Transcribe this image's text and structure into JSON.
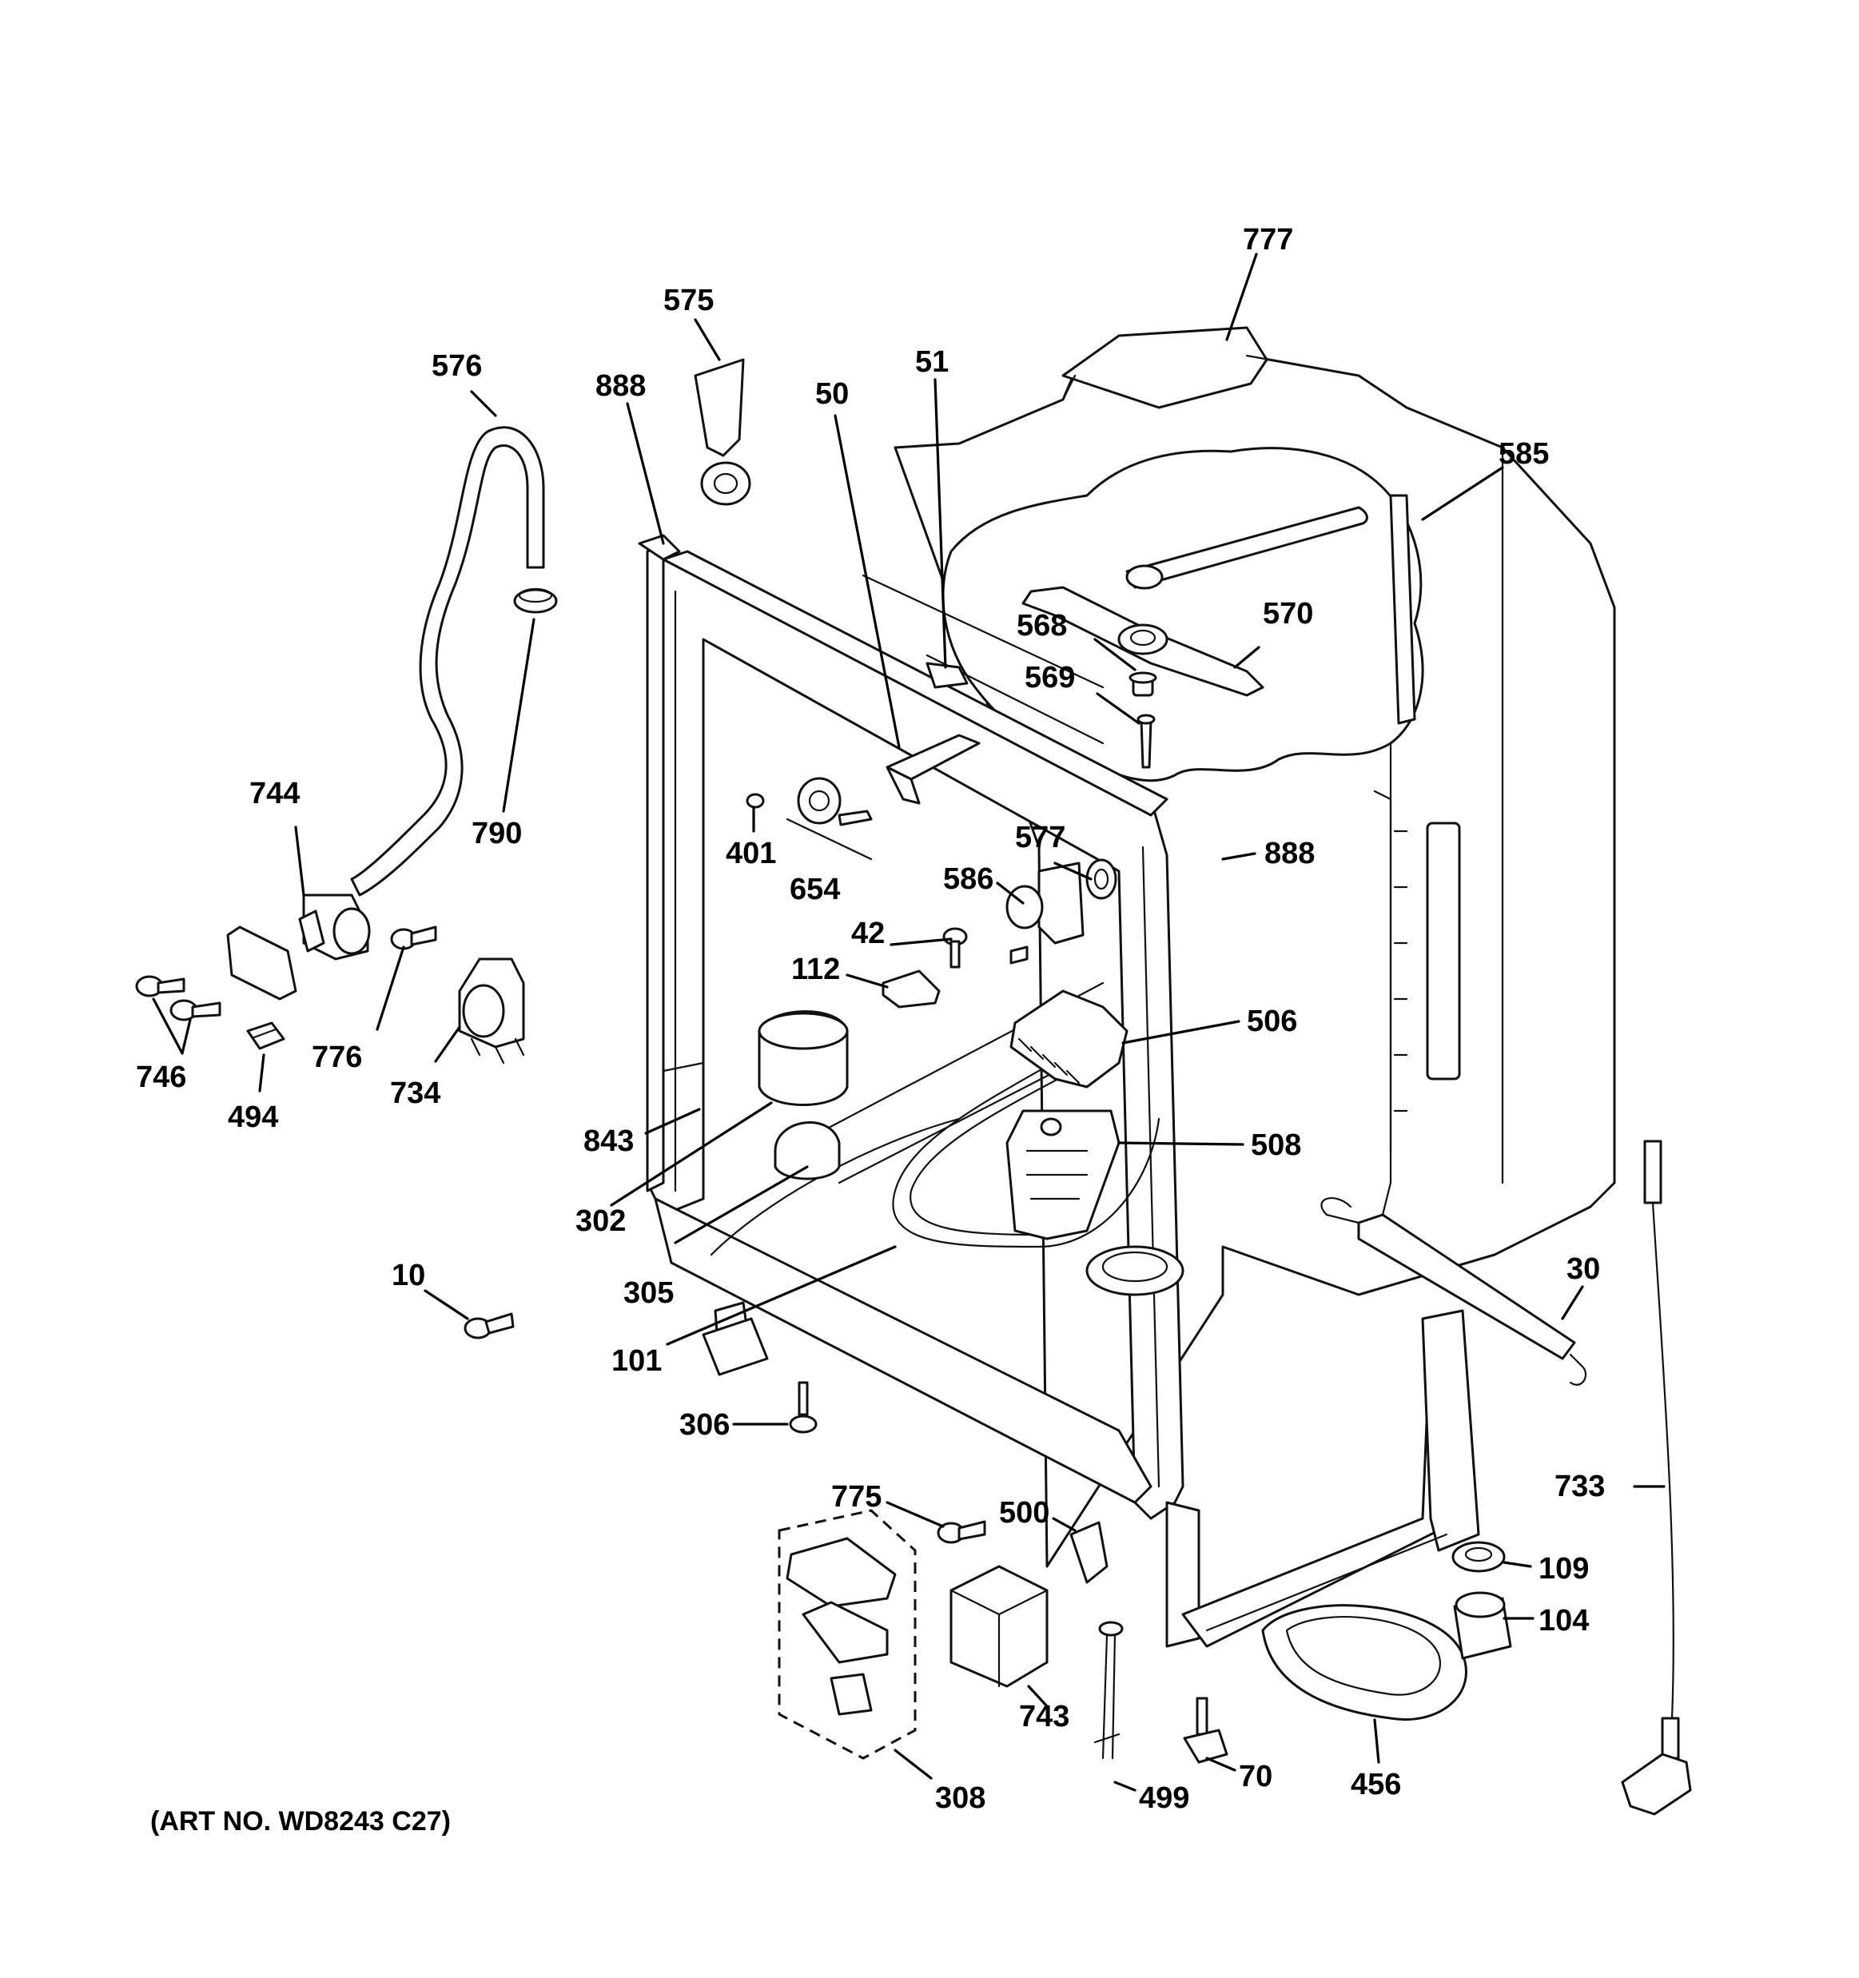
{
  "art_number": "(ART NO. WD8243 C27)",
  "callouts": {
    "c777": "777",
    "c575": "575",
    "c576": "576",
    "c888a": "888",
    "c50": "50",
    "c51": "51",
    "c585": "585",
    "c568": "568",
    "c570": "570",
    "c569": "569",
    "c744": "744",
    "c790": "790",
    "c401": "401",
    "c654": "654",
    "c577": "577",
    "c888b": "888",
    "c586": "586",
    "c42": "42",
    "c112": "112",
    "c746": "746",
    "c776": "776",
    "c734": "734",
    "c494": "494",
    "c506": "506",
    "c843": "843",
    "c508": "508",
    "c302": "302",
    "c30": "30",
    "c305": "305",
    "c10": "10",
    "c101": "101",
    "c306": "306",
    "c775": "775",
    "c500": "500",
    "c733": "733",
    "c109": "109",
    "c104": "104",
    "c743": "743",
    "c70": "70",
    "c456": "456",
    "c308": "308",
    "c499": "499"
  }
}
